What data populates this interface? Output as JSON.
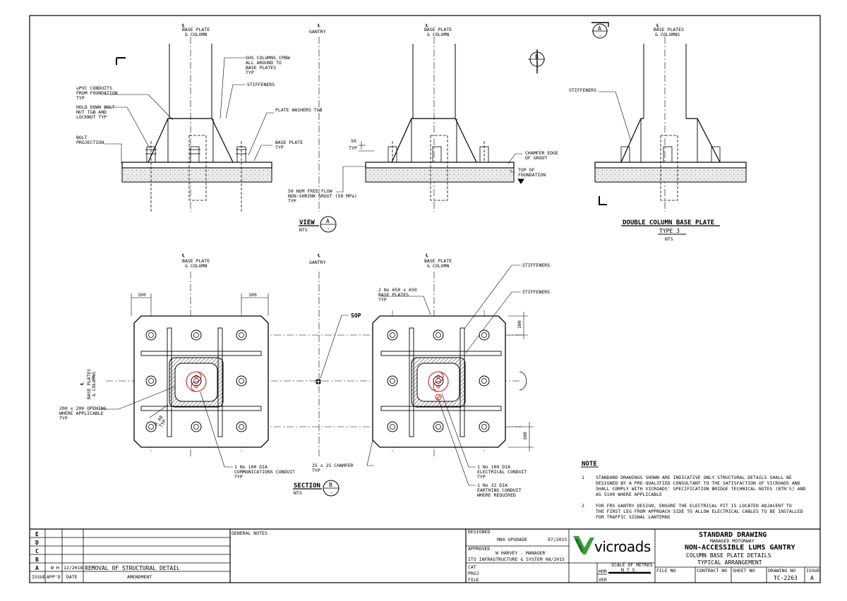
{
  "drawing": {
    "top_elevation": {
      "label_bp_col": [
        "BASE PLATE",
        "& COLUMN"
      ],
      "gantry": "GANTRY",
      "shs_columns": [
        "SHS COLUMNS CPBW",
        "ALL AROUND TO",
        "BASE PLATES",
        "TYP"
      ],
      "upvc_conduits": [
        "uPVC CONDUITS",
        "FROM FOUNDATION",
        "TYP"
      ],
      "stiffeners": "STIFFENERS",
      "hold_down_bolt": [
        "HOLD DOWN BOLT",
        "NUT T&B AND",
        "LOCKNUT TYP"
      ],
      "plate_washers": "PLATE WASHERS T&B",
      "bolt_projection": [
        "BOLT",
        "PROJECTION"
      ],
      "base_plate_typ": [
        "BASE PLATE",
        "TYP"
      ],
      "grout": [
        "50 NOM FREE FLOW",
        "NON-SHRINK GROUT (50 MPa)",
        "TYP"
      ],
      "dim_50": "50",
      "dim_typ": "TYP",
      "chamfer_edge": [
        "CHAMFER EDGE",
        "OF GROUT"
      ],
      "top_of_foundation": [
        "TOP OF",
        "FOUNDATION"
      ],
      "label_bp_cols": [
        "BASE PLATES",
        "& COLUMNS"
      ],
      "double_col_title": "DOUBLE COLUMN BASE PLATE",
      "type3": "TYPE 3",
      "nts": "NTS"
    },
    "view_label": "VIEW",
    "section_label": "SECTION",
    "marker_a": "A",
    "marker_b": "B",
    "marker_dash": "-",
    "plan": {
      "dim_100": "100",
      "sop": "SOP",
      "stiffeners": "STIFFENERS",
      "two_base_plates": [
        "2 No 650 x 650",
        "BASE PLATES",
        "TYP"
      ],
      "base_plates_cols": [
        "BASE PLATES",
        "& COLUMNS"
      ],
      "cl": "℄",
      "opening": [
        "200 x 200 OPENING",
        "WHERE APPLICABLE",
        "TYP"
      ],
      "r40": "R 40",
      "typ": "TYP",
      "comms_conduit": [
        "1 No 100 DIA",
        "COMMUNICATIONS CONDUIT",
        "TYP"
      ],
      "chamfer_25": [
        "25 x 25 CHAMFER",
        "TYP"
      ],
      "elec_conduit": [
        "1 No 100 DIA",
        "ELECTRICAL CONDUIT",
        "TYP"
      ],
      "earth_conduit": [
        "1 No 32 DIA",
        "EARTHING CONDUIT",
        "WHERE REQUIRED"
      ]
    },
    "notes": {
      "heading": "NOTE",
      "items": [
        {
          "num": "1",
          "lines": [
            "STANDARD DRAWINGS SHOWN ARE INDICATIVE ONLY STRUCTURAL DETAILS SHALL BE",
            "DESIGNED BY A PRE-QUALIFIED CONSULTANT TO THE SATISFACTION OF VICROADS AND",
            "SHALL COMPLY WITH VICROADS' SPECIFICATION BRIDGE TECHNICAL NOTES (BTN'S) AND",
            "AS 5100 WHERE APPLICABLE"
          ]
        },
        {
          "num": "2",
          "lines": [
            "FOR FRS GANTRY DESIGN, ENSURE THE ELECTRICAL PIT IS LOCATED ADJACENT TO",
            "THE FIRST LEG FROM APPROACH SIDE TO ALLOW ELECTRICAL CABLES TO BE INSTALLED",
            "FOR TRAFFIC SIGNAL LANTERNS"
          ]
        }
      ]
    }
  },
  "title_block": {
    "issues": [
      "E",
      "D",
      "C",
      "B",
      "A"
    ],
    "issue_a_row": {
      "appd": "W H",
      "date": "12/2018",
      "amendment": "REMOVAL OF STRUCTURAL DETAIL"
    },
    "headers": {
      "issue": "ISSUE",
      "appd": "APP'D",
      "date": "DATE",
      "amendment": "AMENDMENT"
    },
    "general_notes": "GENERAL NOTES",
    "designed_label": "DESIGNED",
    "designed_value": "M80 UPGRADE",
    "designed_date": "07/2015",
    "approved_label": "APPROVED",
    "approved_value": "W HARVEY - MANAGER",
    "approved_dept": "ITS INFRASTRUCTURE & SYSTEM 08/2015",
    "cat": "CAT",
    "proj": "PROJ",
    "file": "FILE",
    "logo_text": "vicroads",
    "hor": "HOR",
    "ver": "VER",
    "scale_label": "SCALE OF METRES",
    "scale_value": "N T S",
    "std_drawing": "STANDARD DRAWING",
    "managed_motorway": "MANAGED MOTORWAY",
    "title1": "NON-ACCESSIBLE LUMS GANTRY",
    "title2": "COLUMN BASE PLATE DETAILS",
    "title3": "TYPICAL ARRANGEMENT",
    "file_no": "FILE NO",
    "contract_no": "CONTRACT NO",
    "sheet_no": "SHEET NO",
    "drawing_no_label": "DRAWING NO",
    "drawing_no": "TC-2263",
    "issue_label": "ISSUE",
    "issue_value": "A"
  },
  "colors": {
    "line": "#000000",
    "conduit": "#d81e1e",
    "logo_green": "#3a9e3a",
    "concrete": "#e8e8e8"
  }
}
